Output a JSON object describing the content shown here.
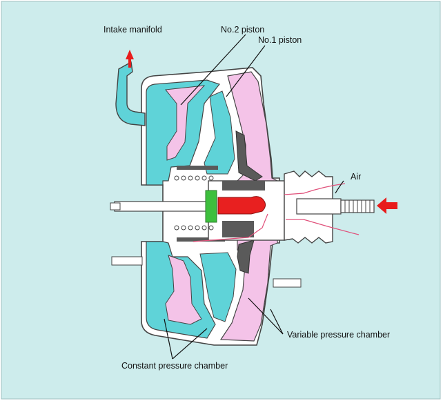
{
  "labels": {
    "intake_manifold": "Intake manifold",
    "no2_piston": "No.2 piston",
    "no1_piston": "No.1 piston",
    "air": "Air",
    "variable_pressure_chamber": "Variable pressure chamber",
    "constant_pressure_chamber": "Constant pressure chamber"
  },
  "colors": {
    "background": "#cdecec",
    "constant_chamber": "#5fd3d8",
    "variable_chamber": "#f4c3e8",
    "shell": "#ffffff",
    "metal": "#5a5a5a",
    "reaction_disc": "#3dbf3d",
    "plunger": "#e82020",
    "arrow": "#e81c1c"
  }
}
